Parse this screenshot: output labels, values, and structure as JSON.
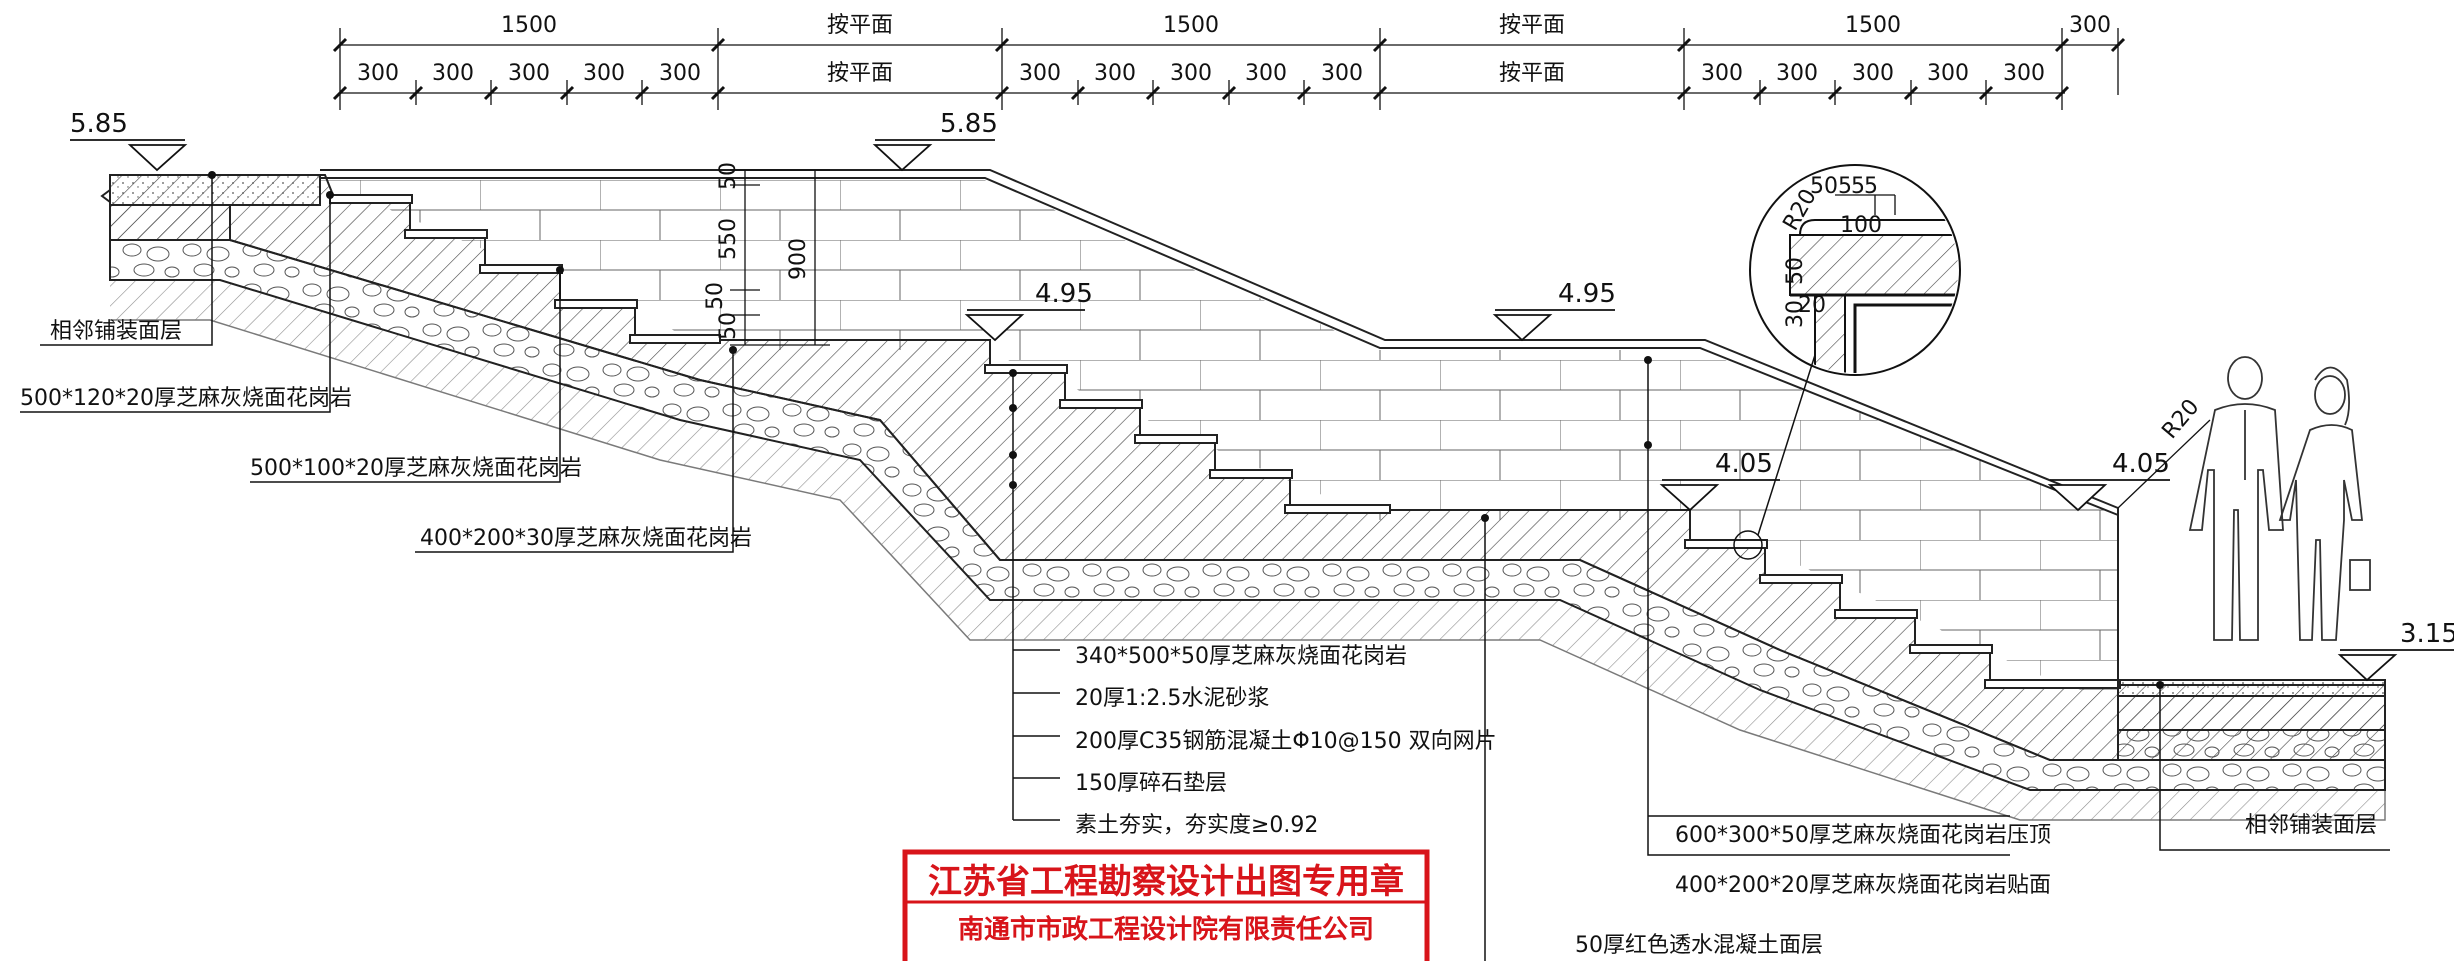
{
  "dimensions": {
    "top_row": [
      "1500",
      "按平面",
      "1500",
      "按平面",
      "1500",
      "300"
    ],
    "second_row": [
      "300",
      "300",
      "300",
      "300",
      "300",
      "按平面",
      "300",
      "300",
      "300",
      "300",
      "300",
      "按平面",
      "300",
      "300",
      "300",
      "300",
      "300"
    ],
    "detail_dims": {
      "d50": "50",
      "d5a": "5",
      "d5b": "5",
      "d5c": "5",
      "d100": "100",
      "dR20": "R20",
      "d50v": "50",
      "d20": "20",
      "d30": "30"
    },
    "wall_dims": {
      "d50a": "50",
      "d550": "550",
      "d900": "900",
      "d50b": "50",
      "d50c": "50"
    },
    "rail_radius": "R20"
  },
  "elevations": [
    "5.85",
    "5.85",
    "4.95",
    "4.95",
    "4.05",
    "4.05",
    "3.15"
  ],
  "labels": {
    "adjacent_left": "相邻铺装面层",
    "granite_120": "500*120*20厚芝麻灰烧面花岗岩",
    "granite_100": "500*100*20厚芝麻灰烧面花岗岩",
    "granite_200": "400*200*30厚芝麻灰烧面花岗岩",
    "layer_1": "340*500*50厚芝麻灰烧面花岗岩",
    "layer_2": "20厚1:2.5水泥砂浆",
    "layer_3": "200厚C35钢筋混凝土Φ10@150  双向网片",
    "layer_4": "150厚碎石垫层",
    "layer_5": "素土夯实，夯实度≥0.92",
    "coping": "600*300*50厚芝麻灰烧面花岗岩压顶",
    "veneer": "400*200*20厚芝麻灰烧面花岗岩贴面",
    "adjacent_right": "相邻铺装面层",
    "permeable": "50厚红色透水混凝土面层"
  },
  "stamp": {
    "line1": "江苏省工程勘察设计出图专用章",
    "line2": "南通市市政工程设计院有限责任公司",
    "color": "#d8141a"
  },
  "colors": {
    "ink": "#111111",
    "hatch": "#333333",
    "stamp": "#d8141a"
  }
}
